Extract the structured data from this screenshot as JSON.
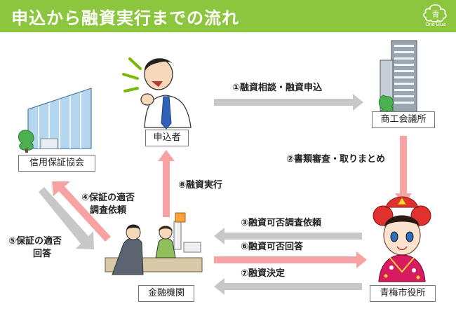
{
  "header": {
    "title": "申込から融資実行までの流れ",
    "logo_text": "One Blue",
    "logo_glyph": "青"
  },
  "nodes": {
    "applicant": "申込者",
    "chamber": "商工会議所",
    "guarantee": "信用保証協会",
    "bank": "金融機関",
    "city": "青梅市役所"
  },
  "steps": {
    "s1": "①融資相談・融資申込",
    "s2": "②書類審査・取りまとめ",
    "s3": "③融資可否調査依頼",
    "s4a": "④保証の適否",
    "s4b": "調査依頼",
    "s5a": "⑤保証の適否",
    "s5b": "回答",
    "s6": "⑥融資可否回答",
    "s7": "⑦融資決定",
    "s8": "⑧融資実行"
  },
  "colors": {
    "header": "#8cc63f",
    "arrow_pink": "#f7a3a3",
    "arrow_gray": "#c8c8c8"
  }
}
